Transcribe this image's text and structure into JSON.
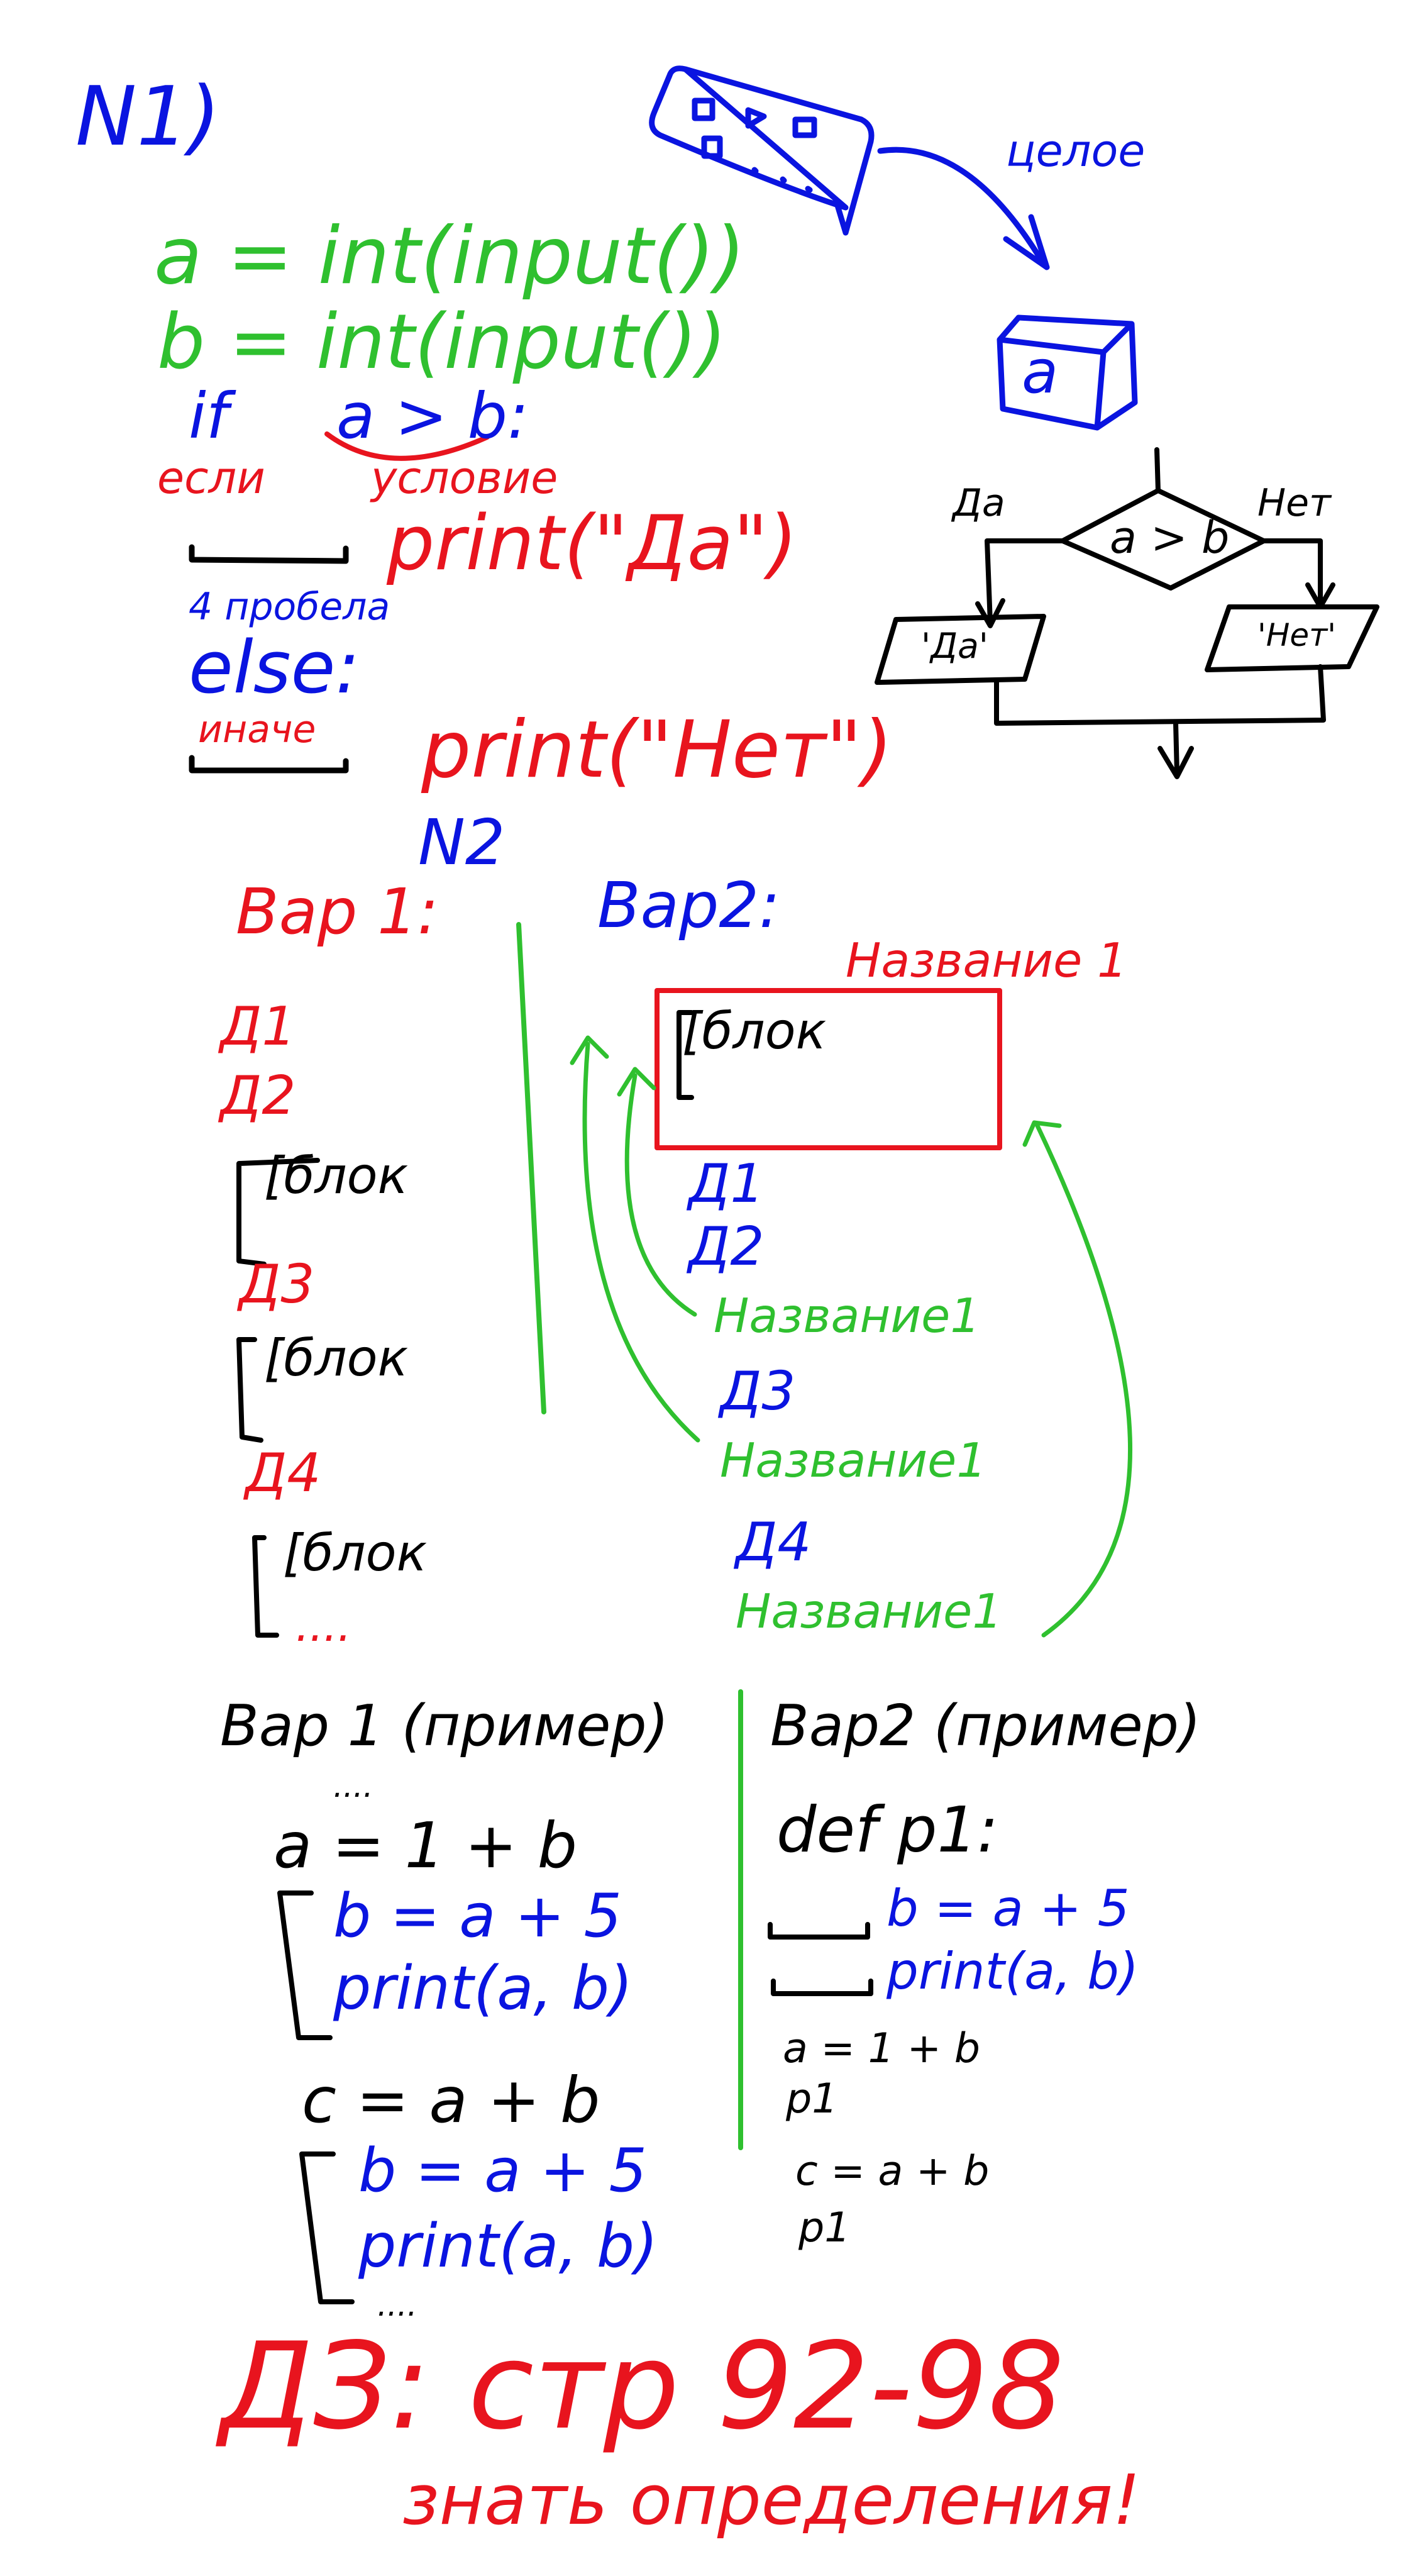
{
  "colors": {
    "blue": "#0a14e0",
    "green": "#2fc02f",
    "red": "#e8141e",
    "black": "#000000"
  },
  "task1": {
    "heading": "N1)",
    "card_label": "целое",
    "box_label": "a",
    "code": {
      "line1": "a = int(input())",
      "line2": "b = int(input())",
      "if_kw": "if",
      "condition": "a > b:",
      "if_note": "если",
      "condition_note": "условие",
      "print_yes": "print(\"Да\")",
      "indent_note": "4 пробела",
      "else_kw": "else:",
      "else_note": "иначе",
      "print_no": "print(\"Нет\")"
    },
    "flowchart": {
      "condition": "a > b",
      "yes_label": "Да",
      "no_label": "Нет",
      "yes_output": "'Да'",
      "no_output": "'Нет'"
    }
  },
  "task2": {
    "heading": "N2",
    "var1": {
      "title": "Вар 1:",
      "items": [
        "Д1",
        "Д2",
        "[блок",
        "Д3",
        "[блок",
        "Д4",
        "[блок"
      ],
      "ellipsis": "...."
    },
    "var2": {
      "title": "Вар2:",
      "block_name": "Название 1",
      "block_label": "[блок",
      "items": [
        "Д1",
        "Д2",
        "Название1",
        "Д3",
        "Название1",
        "Д4",
        "Название1"
      ]
    },
    "example1": {
      "title": "Вар 1 (пример)",
      "dots": "....",
      "line1": "a = 1 + b",
      "block1_line1": "b = a + 5",
      "block1_line2": "print(a, b)",
      "line2": "c = a + b",
      "block2_line1": "b = a + 5",
      "block2_line2": "print(a, b)",
      "dots_end": "...."
    },
    "example2": {
      "title": "Вар2 (пример)",
      "def_line": "def p1:",
      "body_line1": "b = a + 5",
      "body_line2": "print(a, b)",
      "line1": "a = 1 + b",
      "call1": "p1",
      "line2": "c = a + b",
      "call2": "p1"
    }
  },
  "homework": {
    "line1": "ДЗ: стр 92-98",
    "line2": "знать определения!"
  }
}
